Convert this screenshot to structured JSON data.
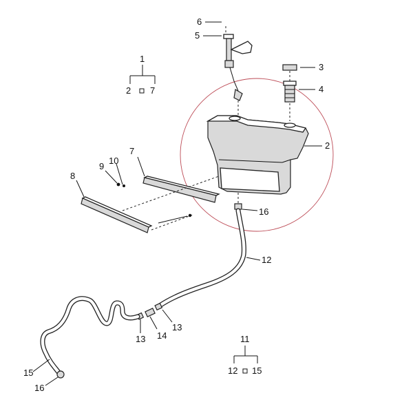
{
  "diagram": {
    "highlight_color": "#b02a37",
    "callouts": {
      "c1": "1",
      "c1_left": "2",
      "c1_right": "7",
      "c2": "2",
      "c3": "3",
      "c4": "4",
      "c5": "5",
      "c6": "6",
      "c7": "7",
      "c8": "8",
      "c9": "9",
      "c10": "10",
      "c11": "11",
      "c11_left": "12",
      "c11_right": "15",
      "c12": "12",
      "c13a": "13",
      "c13b": "13",
      "c14": "14",
      "c15": "15",
      "c16a": "16",
      "c16b": "16"
    }
  }
}
